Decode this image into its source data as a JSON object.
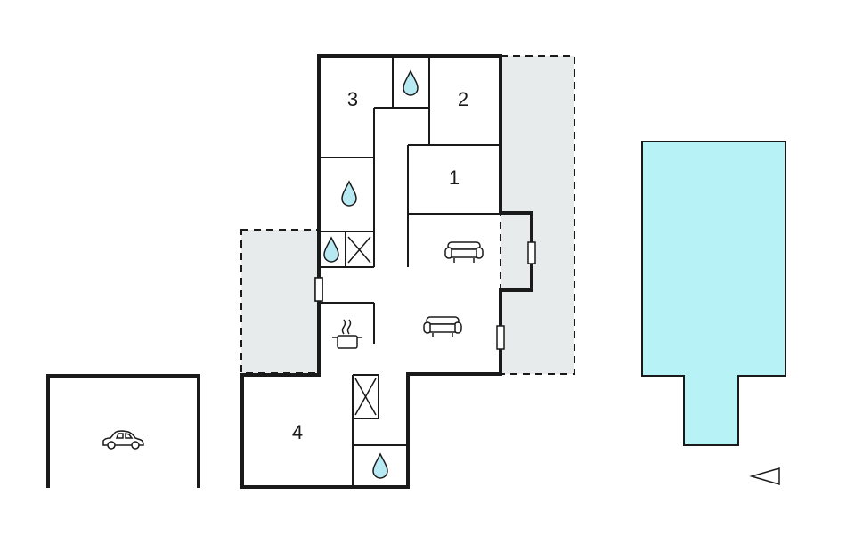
{
  "rooms": {
    "room_1": "1",
    "room_2": "2",
    "room_3": "3",
    "room_4": "4"
  },
  "colors": {
    "wall": "#1a1a1a",
    "terrace": "#e8ebeb",
    "pool": "#b7f2f6",
    "water_drop": "#b7e9f2",
    "background": "#ffffff"
  },
  "icons": [
    "water-drop-icon",
    "toilet-cross-icon",
    "sofa-icon",
    "cooking-pot-icon",
    "car-icon",
    "north-arrow-icon"
  ]
}
